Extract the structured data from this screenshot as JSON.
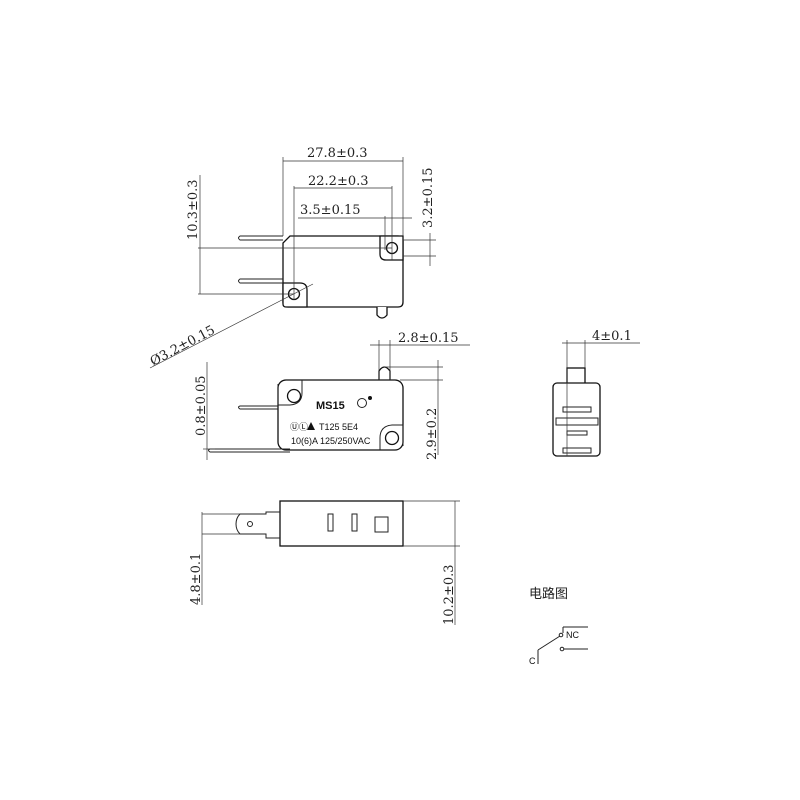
{
  "drawing": {
    "top_view": {
      "dim_overall_length": "27.8±0.3",
      "dim_hole_spacing": "22.2±0.3",
      "dim_hole_offset": "3.5±0.15",
      "dim_hole_vertical": "3.2±0.15",
      "dim_height_holes": "10.3±0.3",
      "dim_hole_diameter": "Ø3.2±0.15"
    },
    "front_view": {
      "dim_plunger_width": "2.8±0.15",
      "dim_terminal_thickness": "0.8±0.05",
      "dim_plunger_height": "2.9±0.2",
      "model_label": "MS15",
      "rating_code": "T125  5E4",
      "rating": "10(6)A  125/250VAC"
    },
    "side_view": {
      "dim_plunger": "4±0.1"
    },
    "bottom_view": {
      "dim_terminal_width": "4.8±0.1",
      "dim_body_width": "10.2±0.3"
    },
    "circuit": {
      "title": "电路图",
      "nc_label": "NC",
      "c_label": "C"
    }
  }
}
